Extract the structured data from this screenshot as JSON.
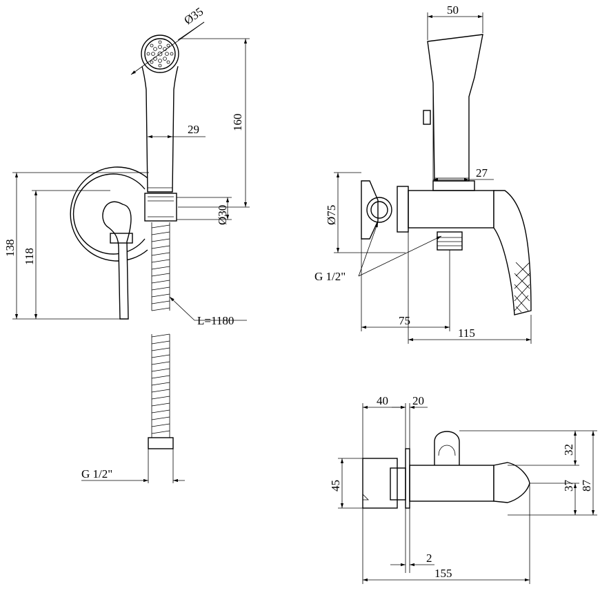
{
  "drawing": {
    "hand_shower": {
      "diameter": "Ø35",
      "width": "29",
      "length": "160"
    },
    "wall_unit": {
      "height_outer": "138",
      "height_inner": "118",
      "bracket_diameter": "Ø30",
      "hose_length": "L=1180",
      "hose_thread": "G 1/2\""
    },
    "side_view": {
      "head_width": "50",
      "handle_width": "27",
      "flange_diameter": "Ø75",
      "thread": "G 1/2\"",
      "depth_75": "75",
      "depth_115": "115"
    },
    "bottom_view": {
      "box_depth": "40",
      "plate_gap": "20",
      "box_height": "45",
      "top_offset": "32",
      "center_offset": "37",
      "total_height": "87",
      "plate_thickness": "2",
      "total_length": "155"
    }
  }
}
